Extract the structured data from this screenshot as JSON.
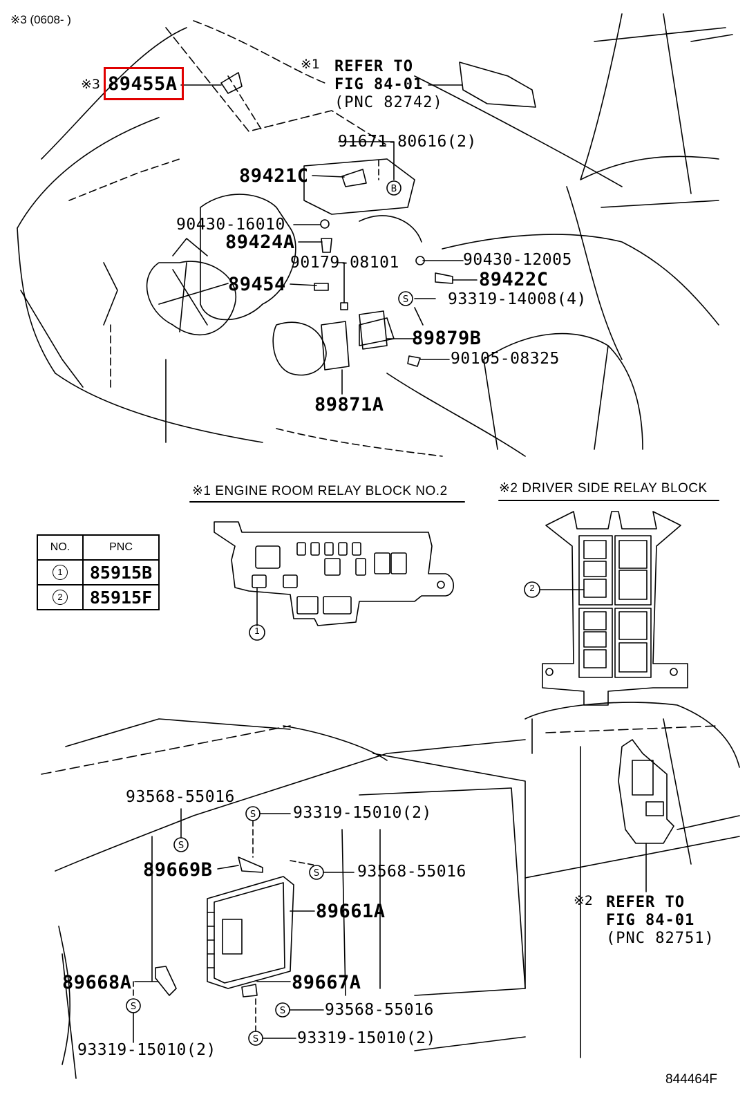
{
  "header": {
    "note_3": "※3 (0608-     )"
  },
  "callouts": {
    "n89455A": "89455A",
    "mark3": "※3",
    "mark1": "※1",
    "refer1_line1": "REFER TO",
    "refer1_line2": "FIG 84-01",
    "refer1_line3": "(PNC 82742)",
    "p91671": "91671-80616(2)",
    "p89421C": "89421C",
    "p90430_16010": "90430-16010",
    "p89424A": "89424A",
    "p90430_12005": "90430-12005",
    "p90179": "90179-08101",
    "p89422C": "89422C",
    "p89454": "89454",
    "p93319_14008": "93319-14008(4)",
    "p89879B": "89879B",
    "p90105": "90105-08325",
    "p89871A": "89871A"
  },
  "section1": {
    "title": "※1 ENGINE ROOM RELAY BLOCK NO.2",
    "marker": "1"
  },
  "section2": {
    "title": "※2 DRIVER SIDE RELAY BLOCK",
    "marker": "2"
  },
  "pnc_table": {
    "headers": [
      "NO.",
      "PNC"
    ],
    "rows": [
      {
        "no": "1",
        "pnc": "85915B"
      },
      {
        "no": "2",
        "pnc": "85915F"
      }
    ]
  },
  "lower": {
    "p93568_a": "93568-55016",
    "p93319_15010_a": "93319-15010(2)",
    "p89669B": "89669B",
    "p93568_b": "93568-55016",
    "p89661A": "89661A",
    "p89668A": "89668A",
    "p89667A": "89667A",
    "p93568_c": "93568-55016",
    "p93319_15010_b": "93319-15010(2)",
    "p93319_15010_c": "93319-15010(2)",
    "mark2": "※2",
    "refer2_line1": "REFER TO",
    "refer2_line2": "FIG 84-01",
    "refer2_line3": "(PNC 82751)"
  },
  "footer": {
    "code": "844464F"
  },
  "colors": {
    "highlight": "#e00000",
    "ink": "#000000"
  }
}
